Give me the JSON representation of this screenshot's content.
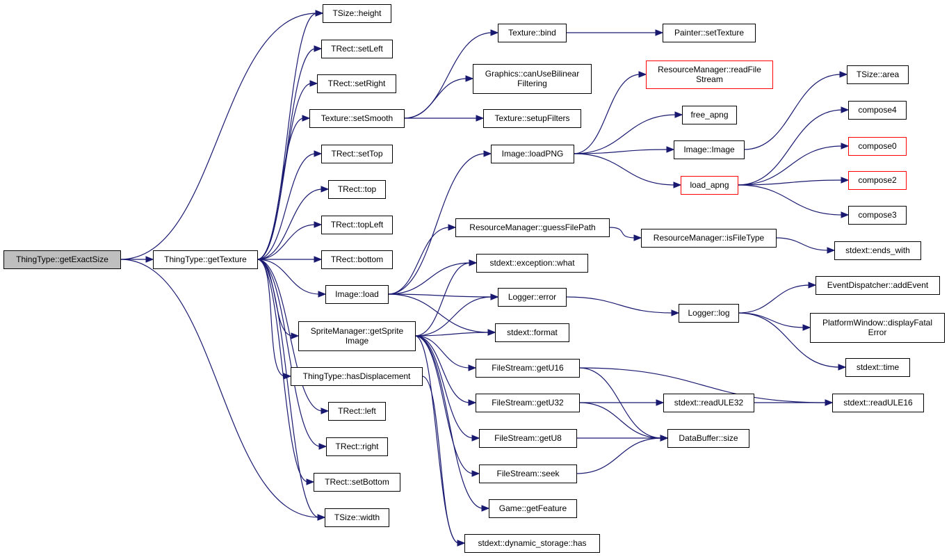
{
  "graph": {
    "root": "ThingType::getExactSize",
    "nodes": [
      {
        "id": "n0",
        "label": [
          "ThingType::getExactSize"
        ],
        "style": "root"
      },
      {
        "id": "n1",
        "label": [
          "ThingType::getTexture"
        ],
        "style": "normal"
      },
      {
        "id": "n2",
        "label": [
          "TSize::height"
        ],
        "style": "normal"
      },
      {
        "id": "n3",
        "label": [
          "TRect::setLeft"
        ],
        "style": "normal"
      },
      {
        "id": "n4",
        "label": [
          "TRect::setRight"
        ],
        "style": "normal"
      },
      {
        "id": "n5",
        "label": [
          "Texture::setSmooth"
        ],
        "style": "normal"
      },
      {
        "id": "n6",
        "label": [
          "TRect::setTop"
        ],
        "style": "normal"
      },
      {
        "id": "n7",
        "label": [
          "TRect::top"
        ],
        "style": "normal"
      },
      {
        "id": "n8",
        "label": [
          "TRect::topLeft"
        ],
        "style": "normal"
      },
      {
        "id": "n9",
        "label": [
          "TRect::bottom"
        ],
        "style": "normal"
      },
      {
        "id": "n10",
        "label": [
          "Image::load"
        ],
        "style": "normal"
      },
      {
        "id": "n11",
        "label": [
          "SpriteManager::getSprite",
          "Image"
        ],
        "style": "normal"
      },
      {
        "id": "n12",
        "label": [
          "ThingType::hasDisplacement"
        ],
        "style": "normal"
      },
      {
        "id": "n13",
        "label": [
          "TRect::left"
        ],
        "style": "normal"
      },
      {
        "id": "n14",
        "label": [
          "TRect::right"
        ],
        "style": "normal"
      },
      {
        "id": "n15",
        "label": [
          "TRect::setBottom"
        ],
        "style": "normal"
      },
      {
        "id": "n16",
        "label": [
          "TSize::width"
        ],
        "style": "normal"
      },
      {
        "id": "n17",
        "label": [
          "Texture::bind"
        ],
        "style": "normal"
      },
      {
        "id": "n18",
        "label": [
          "Graphics::canUseBilinear",
          "Filtering"
        ],
        "style": "normal"
      },
      {
        "id": "n19",
        "label": [
          "Texture::setupFilters"
        ],
        "style": "normal"
      },
      {
        "id": "n20",
        "label": [
          "Image::loadPNG"
        ],
        "style": "normal"
      },
      {
        "id": "n21",
        "label": [
          "ResourceManager::guessFilePath"
        ],
        "style": "normal"
      },
      {
        "id": "n22",
        "label": [
          "stdext::exception::what"
        ],
        "style": "normal"
      },
      {
        "id": "n23",
        "label": [
          "Logger::error"
        ],
        "style": "normal"
      },
      {
        "id": "n24",
        "label": [
          "stdext::format"
        ],
        "style": "normal"
      },
      {
        "id": "n25",
        "label": [
          "FileStream::getU16"
        ],
        "style": "normal"
      },
      {
        "id": "n26",
        "label": [
          "FileStream::getU32"
        ],
        "style": "normal"
      },
      {
        "id": "n27",
        "label": [
          "FileStream::getU8"
        ],
        "style": "normal"
      },
      {
        "id": "n28",
        "label": [
          "FileStream::seek"
        ],
        "style": "normal"
      },
      {
        "id": "n29",
        "label": [
          "Game::getFeature"
        ],
        "style": "normal"
      },
      {
        "id": "n30",
        "label": [
          "stdext::dynamic_storage::has"
        ],
        "style": "normal"
      },
      {
        "id": "n31",
        "label": [
          "Painter::setTexture"
        ],
        "style": "normal"
      },
      {
        "id": "n32",
        "label": [
          "ResourceManager::readFile",
          "Stream"
        ],
        "style": "red"
      },
      {
        "id": "n33",
        "label": [
          "free_apng"
        ],
        "style": "normal"
      },
      {
        "id": "n34",
        "label": [
          "Image::Image"
        ],
        "style": "normal"
      },
      {
        "id": "n35",
        "label": [
          "load_apng"
        ],
        "style": "red"
      },
      {
        "id": "n36",
        "label": [
          "ResourceManager::isFileType"
        ],
        "style": "normal"
      },
      {
        "id": "n37",
        "label": [
          "Logger::log"
        ],
        "style": "normal"
      },
      {
        "id": "n38",
        "label": [
          "stdext::readULE32"
        ],
        "style": "normal"
      },
      {
        "id": "n39",
        "label": [
          "DataBuffer::size"
        ],
        "style": "normal"
      },
      {
        "id": "n40",
        "label": [
          "TSize::area"
        ],
        "style": "normal"
      },
      {
        "id": "n41",
        "label": [
          "compose4"
        ],
        "style": "normal"
      },
      {
        "id": "n42",
        "label": [
          "compose0"
        ],
        "style": "red"
      },
      {
        "id": "n43",
        "label": [
          "compose2"
        ],
        "style": "red"
      },
      {
        "id": "n44",
        "label": [
          "compose3"
        ],
        "style": "normal"
      },
      {
        "id": "n45",
        "label": [
          "stdext::ends_with"
        ],
        "style": "normal"
      },
      {
        "id": "n46",
        "label": [
          "EventDispatcher::addEvent"
        ],
        "style": "normal"
      },
      {
        "id": "n47",
        "label": [
          "PlatformWindow::displayFatal",
          "Error"
        ],
        "style": "normal"
      },
      {
        "id": "n48",
        "label": [
          "stdext::time"
        ],
        "style": "normal"
      },
      {
        "id": "n49",
        "label": [
          "stdext::readULE16"
        ],
        "style": "normal"
      }
    ],
    "edges": [
      [
        "n0",
        "n1"
      ],
      [
        "n0",
        "n2"
      ],
      [
        "n0",
        "n16"
      ],
      [
        "n1",
        "n2"
      ],
      [
        "n1",
        "n3"
      ],
      [
        "n1",
        "n4"
      ],
      [
        "n1",
        "n5"
      ],
      [
        "n1",
        "n6"
      ],
      [
        "n1",
        "n7"
      ],
      [
        "n1",
        "n8"
      ],
      [
        "n1",
        "n9"
      ],
      [
        "n1",
        "n10"
      ],
      [
        "n1",
        "n11"
      ],
      [
        "n1",
        "n12"
      ],
      [
        "n1",
        "n13"
      ],
      [
        "n1",
        "n14"
      ],
      [
        "n1",
        "n15"
      ],
      [
        "n1",
        "n16"
      ],
      [
        "n5",
        "n17"
      ],
      [
        "n5",
        "n18"
      ],
      [
        "n5",
        "n19"
      ],
      [
        "n17",
        "n31"
      ],
      [
        "n10",
        "n20"
      ],
      [
        "n10",
        "n21"
      ],
      [
        "n10",
        "n22"
      ],
      [
        "n10",
        "n23"
      ],
      [
        "n10",
        "n24"
      ],
      [
        "n11",
        "n22"
      ],
      [
        "n11",
        "n23"
      ],
      [
        "n11",
        "n24"
      ],
      [
        "n11",
        "n25"
      ],
      [
        "n11",
        "n26"
      ],
      [
        "n11",
        "n27"
      ],
      [
        "n11",
        "n28"
      ],
      [
        "n11",
        "n29"
      ],
      [
        "n11",
        "n30"
      ],
      [
        "n12",
        "n30"
      ],
      [
        "n20",
        "n32"
      ],
      [
        "n20",
        "n33"
      ],
      [
        "n20",
        "n34"
      ],
      [
        "n20",
        "n35"
      ],
      [
        "n34",
        "n40"
      ],
      [
        "n35",
        "n41"
      ],
      [
        "n35",
        "n42"
      ],
      [
        "n35",
        "n43"
      ],
      [
        "n35",
        "n44"
      ],
      [
        "n21",
        "n36"
      ],
      [
        "n36",
        "n45"
      ],
      [
        "n23",
        "n37"
      ],
      [
        "n37",
        "n46"
      ],
      [
        "n37",
        "n47"
      ],
      [
        "n37",
        "n48"
      ],
      [
        "n25",
        "n39"
      ],
      [
        "n25",
        "n49"
      ],
      [
        "n26",
        "n38"
      ],
      [
        "n26",
        "n39"
      ],
      [
        "n38",
        "n49"
      ],
      [
        "n27",
        "n39"
      ],
      [
        "n28",
        "n39"
      ]
    ]
  }
}
